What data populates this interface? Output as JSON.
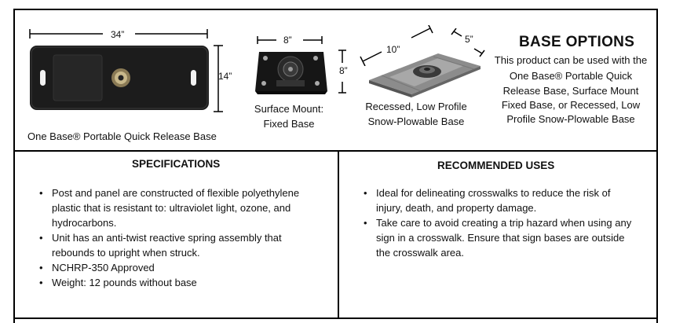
{
  "base_options": {
    "one_base": {
      "width_dim": "34”",
      "height_dim": "14”",
      "caption": "One Base® Portable Quick Release Base"
    },
    "surface_mount": {
      "width_dim": "8”",
      "height_dim": "8”",
      "caption_line1": "Surface Mount:",
      "caption_line2": "Fixed Base"
    },
    "recessed": {
      "length_dim": "10”",
      "width_dim": "5”",
      "caption_line1": "Recessed, Low Profile",
      "caption_line2": "Snow-Plowable Base"
    },
    "heading": "BASE OPTIONS",
    "description_lines": [
      "This product can be used with the",
      "One Base® Portable Quick",
      "Release Base, Surface Mount",
      "Fixed Base, or Recessed, Low",
      "Profile Snow-Plowable Base"
    ]
  },
  "specifications": {
    "title": "SPECIFICATIONS",
    "items": [
      "Post and panel are constructed of flexible polyethylene plastic that is resistant to: ultraviolet light, ozone, and hydrocarbons.",
      "Unit has an anti-twist reactive spring assembly that rebounds to upright when struck.",
      "NCHRP-350 Approved",
      "Weight: 12 pounds without base"
    ]
  },
  "recommended_uses": {
    "title": "RECOMMENDED USES",
    "items": [
      "Ideal for delineating crosswalks to reduce the risk of injury, death, and property damage.",
      "Take  care to avoid creating a trip hazard when using any sign in a crosswalk.  Ensure that  sign bases are outside the crosswalk area."
    ]
  }
}
